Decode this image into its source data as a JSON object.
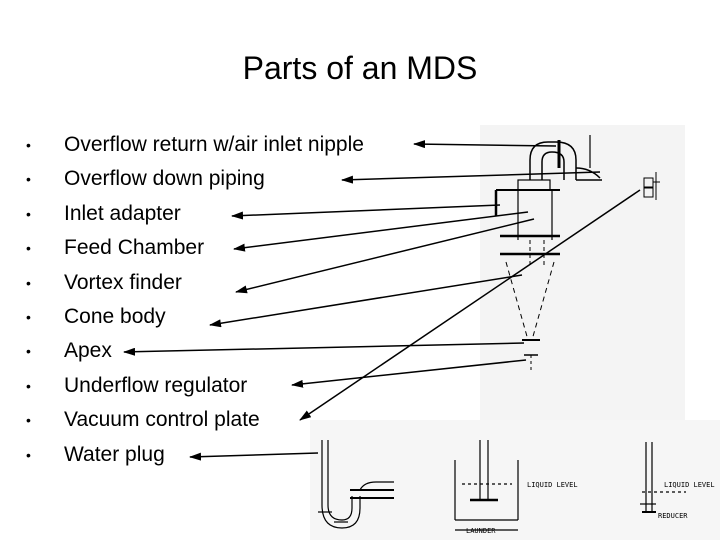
{
  "slide": {
    "title": "Parts of an MDS",
    "bullet_symbol": "•",
    "bullets": [
      {
        "label": "Overflow return w/air inlet nipple"
      },
      {
        "label": "Overflow down piping"
      },
      {
        "label": "Inlet adapter"
      },
      {
        "label": "Feed Chamber"
      },
      {
        "label": "Vortex finder"
      },
      {
        "label": "Cone body"
      },
      {
        "label": "Apex"
      },
      {
        "label": "Underflow regulator"
      },
      {
        "label": "Vacuum control plate"
      },
      {
        "label": "Water plug"
      }
    ]
  },
  "diagram": {
    "label_liquid_level_1": "LIQUID LEVEL",
    "label_launder": "LAUNDER",
    "label_liquid_level_2": "LIQUID LEVEL",
    "label_reducer": "REDUCER"
  }
}
